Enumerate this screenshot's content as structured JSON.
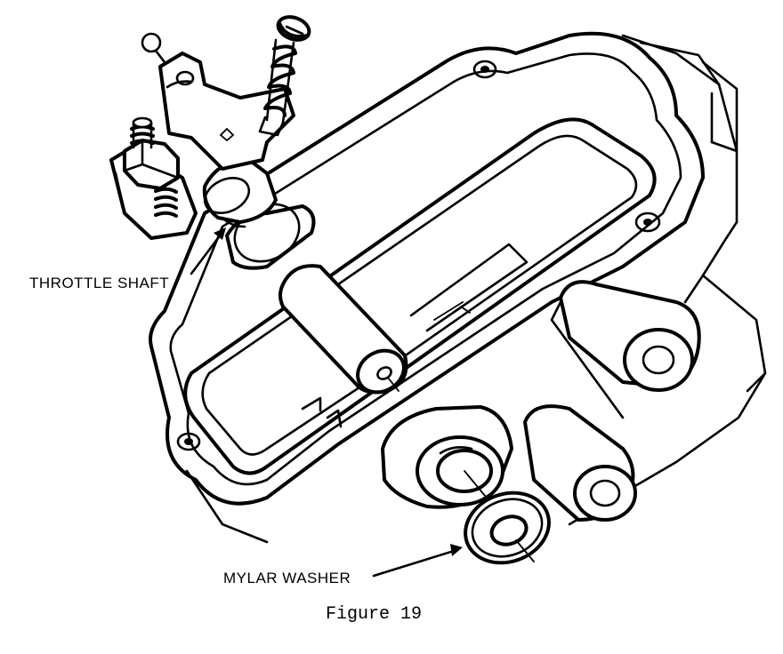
{
  "diagram": {
    "labels": {
      "throttle_shaft": "THROTTLE SHAFT",
      "mylar_washer": "MYLAR WASHER"
    },
    "caption": "Figure 19"
  }
}
